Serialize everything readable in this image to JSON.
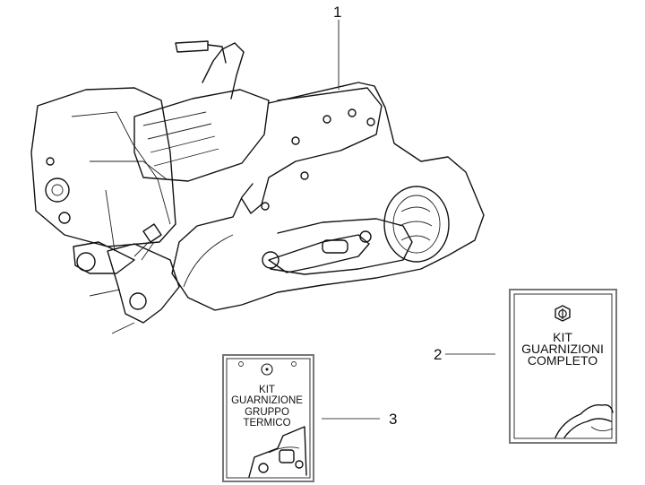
{
  "diagram": {
    "type": "exploded-parts-diagram",
    "main_part": "engine-assembly",
    "callouts": [
      {
        "number": "1",
        "target": "engine-assembly"
      },
      {
        "number": "2",
        "target": "kit-guarnizioni-completo"
      },
      {
        "number": "3",
        "target": "kit-guarnizione-gruppo-termico"
      }
    ],
    "kits": [
      {
        "id": "kit-guarnizioni-completo",
        "callout": "2",
        "logo": "piaggio-logo-icon",
        "lines": [
          "KIT",
          "GUARNIZIONI",
          "COMPLETO"
        ]
      },
      {
        "id": "kit-guarnizione-gruppo-termico",
        "callout": "3",
        "logo": "piaggio-logo-icon",
        "lines": [
          "KIT",
          "GUARNIZIONE",
          "GRUPPO",
          "TERMICO"
        ]
      }
    ]
  }
}
